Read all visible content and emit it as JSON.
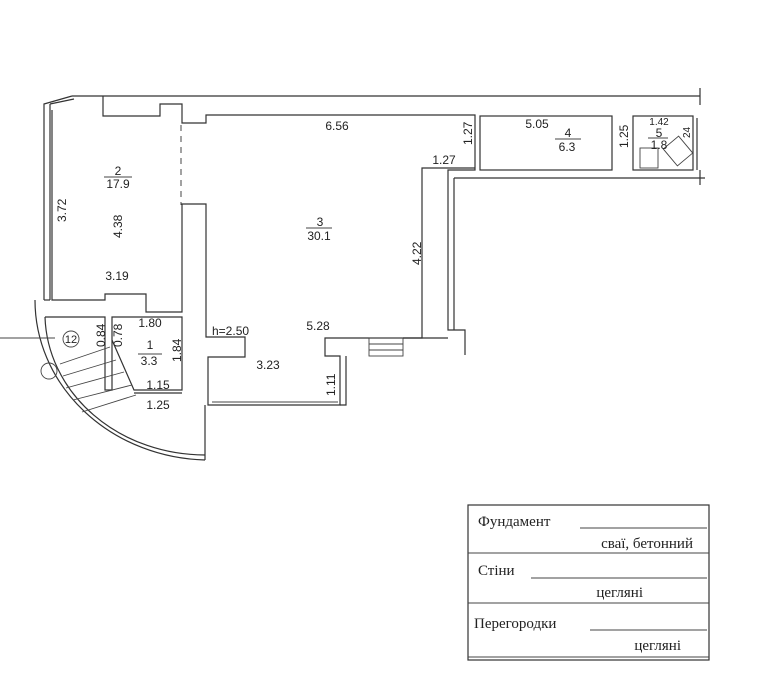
{
  "rooms": [
    {
      "number": "1",
      "area": "3.3"
    },
    {
      "number": "2",
      "area": "17.9"
    },
    {
      "number": "3",
      "area": "30.1"
    },
    {
      "number": "4",
      "area": "6.3"
    },
    {
      "number": "5",
      "area": "1.8"
    }
  ],
  "dimensions": {
    "d_6_56": "6.56",
    "d_1_27a": "1.27",
    "d_1_27b": "1.27",
    "d_5_05": "5.05",
    "d_1_25": "1.25",
    "d_1_42": "1.42",
    "d_24": "24",
    "d_3_72": "3.72",
    "d_4_38": "4.38",
    "d_3_19": "3.19",
    "d_4_22": "4.22",
    "d_1_80": "1.80",
    "d_0_84": "0.84",
    "d_0_78": "0.78",
    "d_1_84": "1.84",
    "d_1_15": "1.15",
    "d_1_25b": "1.25",
    "d_5_28": "5.28",
    "d_3_23": "3.23",
    "d_1_11": "1.11",
    "height": "h=2.50"
  },
  "entrance_marker": "12",
  "spec_table": {
    "foundation_label": "Фундамент",
    "foundation_value": "сваї, бетонний",
    "walls_label": "Стіни",
    "walls_value": "цегляні",
    "partitions_label": "Перегородки",
    "partitions_value": "цегляні"
  }
}
